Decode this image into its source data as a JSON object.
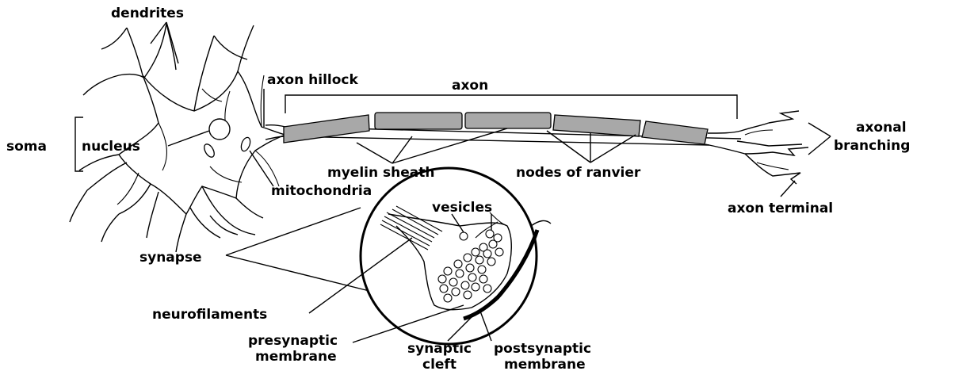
{
  "labels": {
    "dendrites": "dendrites",
    "axon_hillock": "axon hillock",
    "axon": "axon",
    "soma": "soma",
    "nucleus": "nucleus",
    "myelin_sheath": "myelin sheath",
    "nodes_of_ranvier": "nodes of ranvier",
    "mitochondria": "mitochondria",
    "axonal": "axonal",
    "branching": "branching",
    "axon_terminal": "axon terminal",
    "vesicles": "vesicles",
    "synapse": "synapse",
    "neurofilaments": "neurofilaments",
    "presynaptic": "presynaptic",
    "presynaptic_membrane": "membrane",
    "synaptic": "synaptic",
    "cleft": "cleft",
    "postsynaptic": "postsynaptic",
    "postsynaptic_membrane": "membrane"
  }
}
